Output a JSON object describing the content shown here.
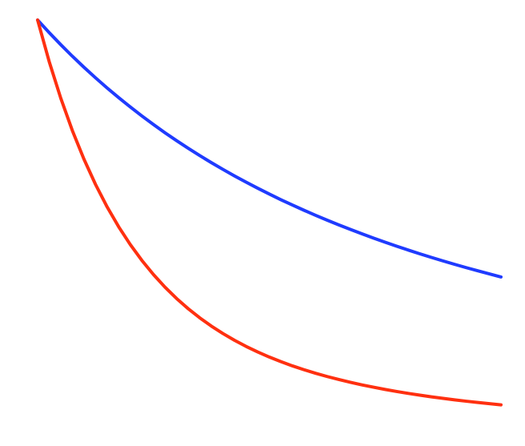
{
  "chart_data": {
    "type": "line",
    "x": [
      0,
      0.025,
      0.05,
      0.075,
      0.1,
      0.125,
      0.15,
      0.175,
      0.2,
      0.225,
      0.25,
      0.275,
      0.3,
      0.325,
      0.35,
      0.375,
      0.4,
      0.425,
      0.45,
      0.475,
      0.5,
      0.525,
      0.55,
      0.575,
      0.6,
      0.625,
      0.65,
      0.675,
      0.7,
      0.725,
      0.75,
      0.775,
      0.8,
      0.825,
      0.85,
      0.875,
      0.9,
      0.925,
      0.95,
      0.975,
      1
    ],
    "series": [
      {
        "color": "#1f3bff",
        "values": [
          1.0,
          0.9705,
          0.9423,
          0.9153,
          0.8895,
          0.8648,
          0.8411,
          0.8184,
          0.7966,
          0.7757,
          0.7556,
          0.7363,
          0.7178,
          0.7,
          0.6829,
          0.6664,
          0.6506,
          0.6353,
          0.6207,
          0.6066,
          0.593,
          0.5798,
          0.5672,
          0.555,
          0.5432,
          0.5318,
          0.5208,
          0.5102,
          0.4999,
          0.4899,
          0.4803,
          0.471,
          0.462,
          0.4532,
          0.4448,
          0.4366,
          0.4286,
          0.4209,
          0.4134,
          0.4062,
          0.3991
        ]
      },
      {
        "color": "#ff3010",
        "values": [
          1.0,
          0.9027,
          0.8171,
          0.7414,
          0.6746,
          0.6154,
          0.5629,
          0.5163,
          0.4748,
          0.4378,
          0.4047,
          0.3751,
          0.3486,
          0.3248,
          0.3034,
          0.2841,
          0.2667,
          0.2509,
          0.2366,
          0.2236,
          0.2118,
          0.201,
          0.1911,
          0.1821,
          0.1738,
          0.1662,
          0.1592,
          0.1527,
          0.1467,
          0.1412,
          0.136,
          0.1312,
          0.1268,
          0.1226,
          0.1187,
          0.1151,
          0.1117,
          0.1085,
          0.1055,
          0.1027,
          0.1
        ]
      }
    ],
    "xlim": [
      0,
      1
    ],
    "ylim": [
      0,
      1
    ],
    "grid": false,
    "legend": "none"
  }
}
